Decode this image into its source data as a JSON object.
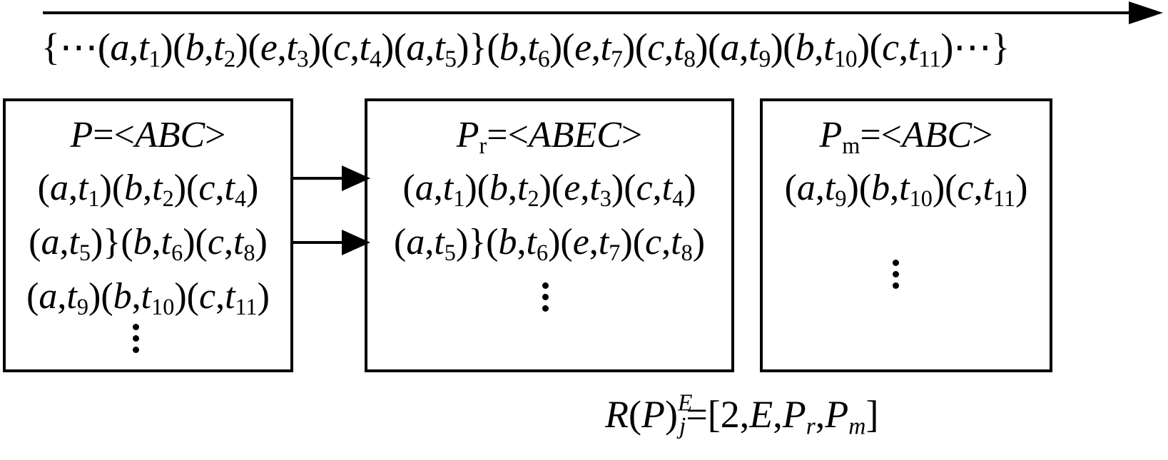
{
  "sequence": {
    "open": "{⋯",
    "items": [
      {
        "ev": "a",
        "t": "1"
      },
      {
        "ev": "b",
        "t": "2"
      },
      {
        "ev": "e",
        "t": "3"
      },
      {
        "ev": "c",
        "t": "4"
      },
      {
        "ev": "a",
        "t": "5"
      }
    ],
    "mid": "}",
    "items2": [
      {
        "ev": "b",
        "t": "6"
      },
      {
        "ev": "e",
        "t": "7"
      },
      {
        "ev": "c",
        "t": "8"
      },
      {
        "ev": "a",
        "t": "9"
      },
      {
        "ev": "b",
        "t": "10"
      },
      {
        "ev": "c",
        "t": "11"
      }
    ],
    "close": "⋯}"
  },
  "boxes": [
    {
      "title_var": "P",
      "title_sub": "",
      "title_eq": "=<ABC>",
      "rows": [
        "(a,t1)(b,t2)(c,t4)",
        "(a,t5)}(b,t6)(c,t8)",
        "(a,t9)(b,t10)(c,t11)"
      ]
    },
    {
      "title_var": "P",
      "title_sub": "r",
      "title_eq": "=<ABEC>",
      "rows": [
        "(a,t1)(b,t2)(e,t3)(c,t4)",
        "(a,t5)}(b,t6)(e,t7)(c,t8)"
      ]
    },
    {
      "title_var": "P",
      "title_sub": "m",
      "title_eq": "=<ABC>",
      "rows": [
        "(a,t9)(b,t10)(c,t11)"
      ]
    }
  ],
  "formula": {
    "lhs": "R(P)",
    "sup": "E",
    "sub": "j",
    "rhs": "=[2,E,P",
    "pr_sub": "r",
    "sep": ",P",
    "pm_sub": "m",
    "end": "]"
  }
}
